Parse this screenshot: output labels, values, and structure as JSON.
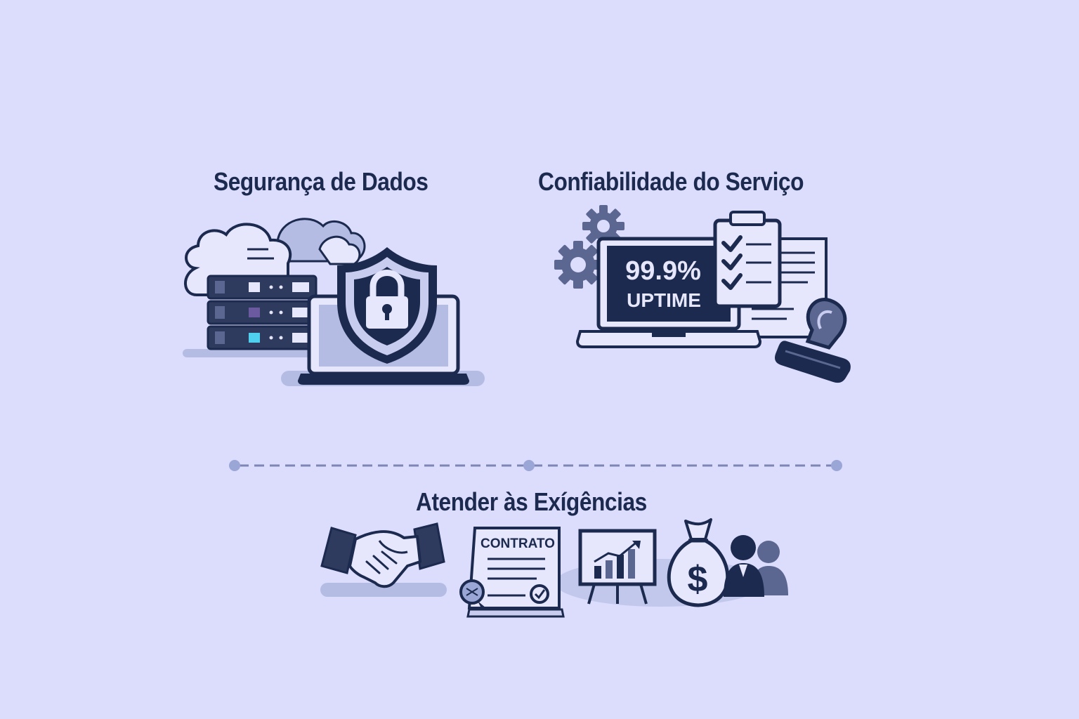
{
  "sections": {
    "data_security": {
      "title": "Segurança de Dados",
      "icons": [
        "cloud-icon",
        "server-rack-icon",
        "shield-lock-icon",
        "laptop-icon"
      ]
    },
    "service_reliability": {
      "title": "Confiabilidade do Serviço",
      "uptime_value": "99.9%",
      "uptime_label": "UPTIME",
      "icons": [
        "gear-icon",
        "laptop-icon",
        "checklist-clipboard-icon",
        "document-icon",
        "stamp-icon"
      ]
    },
    "meet_requirements": {
      "title": "Atender às Exígências",
      "contract_label": "CONTRATO",
      "icons": [
        "handshake-icon",
        "contract-document-icon",
        "growth-chart-icon",
        "money-bag-icon",
        "people-icon"
      ]
    }
  },
  "colors": {
    "background": "#dcdcfc",
    "ink": "#1b2a4e",
    "accent_light": "#b4bce4",
    "accent_mid": "#9aa6d6",
    "cyan": "#4fd0ee"
  }
}
